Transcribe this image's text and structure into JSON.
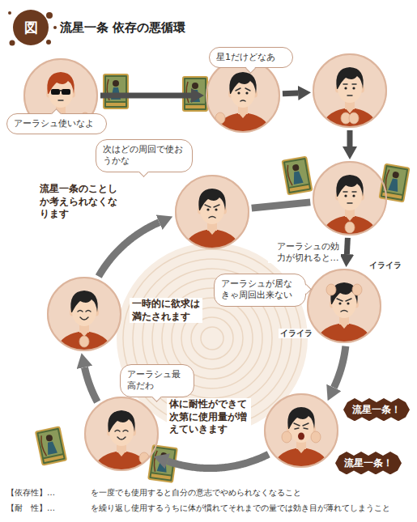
{
  "diagram": {
    "title": "流星一条 依存の悪循環",
    "nodes": [
      {
        "text": [
          "アーラシュ使いなよ"
        ]
      },
      {
        "text": [
          "星1だけどなあ"
        ]
      },
      {
        "text": []
      },
      {
        "text": []
      },
      {
        "text": [
          "次はどの周回で使おうかな",
          "流星一条のことしか考えられなくなります"
        ]
      },
      {
        "text": [
          "アーラシュが居なきゃ周回出来ない",
          "イライラ",
          "イライラ"
        ]
      },
      {
        "text": [
          "流星一条！",
          "流星一条！"
        ]
      },
      {
        "text": [
          "アーラシュ最高だわ",
          "体に耐性ができて次第に使用量が増えていきます"
        ]
      },
      {
        "text": [
          "一時的に欲求は満たされます"
        ]
      }
    ],
    "edges": [
      {
        "from": 0,
        "to": 1,
        "arrow": "to"
      },
      {
        "from": 1,
        "to": 2,
        "arrow": "to"
      },
      {
        "from": 2,
        "to": 3,
        "arrow": "to"
      },
      {
        "from": 3,
        "to": 5,
        "arrow": "to",
        "label": "アーラシュの効力が切れると…"
      },
      {
        "from": 5,
        "to": 6,
        "arrow": "to"
      },
      {
        "from": 6,
        "to": 7,
        "arrow": "to"
      },
      {
        "from": 7,
        "to": 8,
        "arrow": "to"
      },
      {
        "from": 8,
        "to": 4,
        "arrow": "to"
      },
      {
        "from": 4,
        "to": 3,
        "arrow": "none"
      }
    ],
    "labels": [
      "図",
      "【依存性】…",
      "を一度でも使用すると自分の意志でやめられなくなること",
      "【耐　性】…",
      "を繰り返し使用するうちに体が慣れてそれまでの量では効き目が薄れてしまうこと"
    ]
  }
}
